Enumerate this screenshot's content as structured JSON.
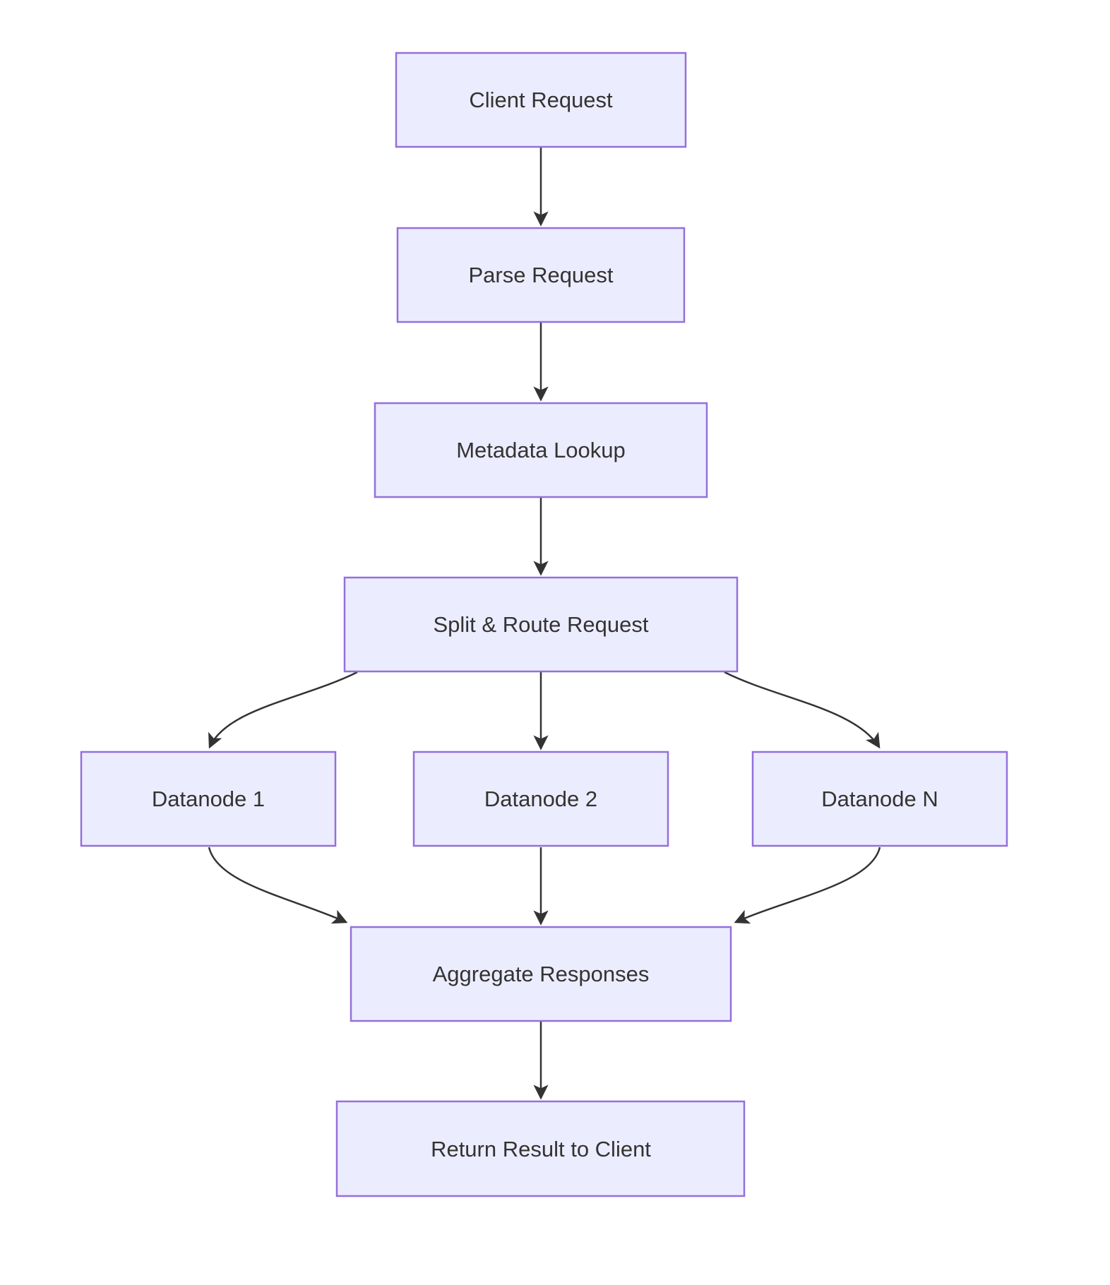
{
  "diagram": {
    "type": "flowchart",
    "direction": "top-down",
    "colors": {
      "background": "#ffffff",
      "node_fill": "#ECECFF",
      "node_border": "#9370DB",
      "edge": "#333333",
      "text": "#333333"
    },
    "nodes": [
      {
        "id": "client_request",
        "label": "Client Request"
      },
      {
        "id": "parse_request",
        "label": "Parse Request"
      },
      {
        "id": "metadata_lookup",
        "label": "Metadata Lookup"
      },
      {
        "id": "split_route",
        "label": "Split & Route Request"
      },
      {
        "id": "datanode_1",
        "label": "Datanode 1"
      },
      {
        "id": "datanode_2",
        "label": "Datanode 2"
      },
      {
        "id": "datanode_n",
        "label": "Datanode N"
      },
      {
        "id": "aggregate_responses",
        "label": "Aggregate Responses"
      },
      {
        "id": "return_result",
        "label": "Return Result to Client"
      }
    ],
    "edges": [
      {
        "from": "client_request",
        "to": "parse_request"
      },
      {
        "from": "parse_request",
        "to": "metadata_lookup"
      },
      {
        "from": "metadata_lookup",
        "to": "split_route"
      },
      {
        "from": "split_route",
        "to": "datanode_1"
      },
      {
        "from": "split_route",
        "to": "datanode_2"
      },
      {
        "from": "split_route",
        "to": "datanode_n"
      },
      {
        "from": "datanode_1",
        "to": "aggregate_responses"
      },
      {
        "from": "datanode_2",
        "to": "aggregate_responses"
      },
      {
        "from": "datanode_n",
        "to": "aggregate_responses"
      },
      {
        "from": "aggregate_responses",
        "to": "return_result"
      }
    ]
  }
}
